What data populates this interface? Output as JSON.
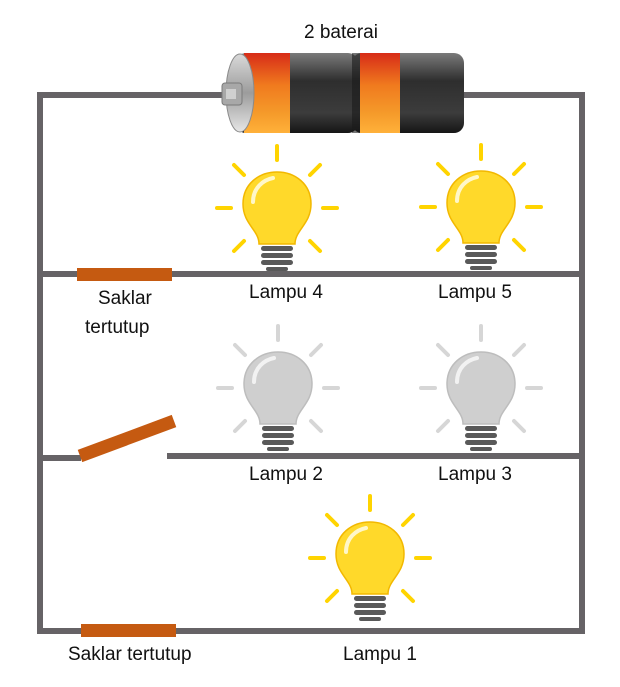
{
  "battery": {
    "label": "2 baterai"
  },
  "switches": {
    "top": {
      "label_line1": "Saklar",
      "label_line2": "tertutup",
      "state": "closed"
    },
    "middle": {
      "state": "open"
    },
    "bottom": {
      "label": "Saklar tertutup",
      "state": "closed"
    }
  },
  "lamps": {
    "lampu4": {
      "label": "Lampu 4",
      "state": "on"
    },
    "lampu5": {
      "label": "Lampu 5",
      "state": "on"
    },
    "lampu2": {
      "label": "Lampu 2",
      "state": "off"
    },
    "lampu3": {
      "label": "Lampu 3",
      "state": "off"
    },
    "lampu1": {
      "label": "Lampu 1",
      "state": "on"
    }
  },
  "colors": {
    "wire": "#666366",
    "switch": "#c55a11",
    "bulb_on": "#ffd92a",
    "bulb_on_ray": "#ffd400",
    "bulb_off": "#cfcfcf",
    "bulb_off_ray": "#d6d6d6",
    "base": "#595959",
    "battery_body": "#3a3a3a",
    "battery_band": "#e8651a"
  }
}
